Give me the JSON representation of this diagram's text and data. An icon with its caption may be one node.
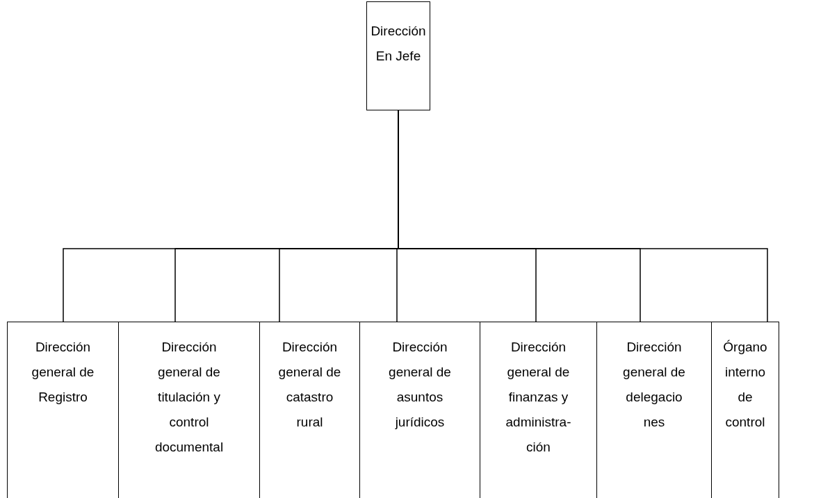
{
  "diagram": {
    "nodes": [
      {
        "text": [
          "Dirección En Jefe"
        ]
      },
      {
        "text": [
          "Dirección general de Registro"
        ]
      },
      {
        "text": [
          "Dirección general de titulación y control documental"
        ]
      },
      {
        "text": [
          "Dirección general de catastro rural"
        ]
      },
      {
        "text": [
          "Dirección general de asuntos jurídicos"
        ]
      },
      {
        "text": [
          "Dirección general de finanzas y administra- ción"
        ]
      },
      {
        "text": [
          "Dirección general de delegacio nes"
        ]
      },
      {
        "text": [
          "Órgano interno de control"
        ]
      }
    ],
    "edges": [
      {
        "from": 0,
        "to": 1,
        "arrow": "none"
      },
      {
        "from": 0,
        "to": 2,
        "arrow": "none"
      },
      {
        "from": 0,
        "to": 3,
        "arrow": "none"
      },
      {
        "from": 0,
        "to": 4,
        "arrow": "none"
      },
      {
        "from": 0,
        "to": 5,
        "arrow": "none"
      },
      {
        "from": 0,
        "to": 6,
        "arrow": "none"
      },
      {
        "from": 0,
        "to": 7,
        "arrow": "none"
      }
    ]
  }
}
